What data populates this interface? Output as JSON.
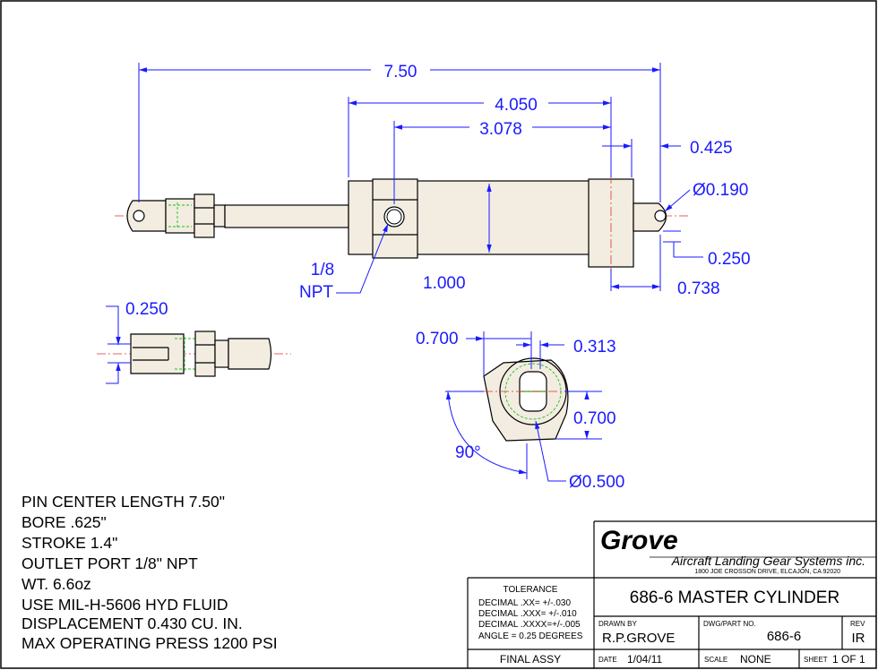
{
  "dimensions": {
    "d750": "7.50",
    "d4050": "4.050",
    "d3078": "3.078",
    "d0425": "0.425",
    "d0190": "Ø0.190",
    "d0250_right": "0.250",
    "d0738": "0.738",
    "d1000": "1.000",
    "npt_size": "1/8",
    "npt_label": "NPT",
    "d0250_left": "0.250",
    "d0700_top": "0.700",
    "d0313": "0.313",
    "d0700_right": "0.700",
    "angle90": "90°",
    "d0500": "Ø0.500"
  },
  "notes": [
    "PIN CENTER LENGTH 7.50\"",
    "BORE .625\"",
    "STROKE 1.4\"",
    "OUTLET PORT 1/8\" NPT",
    "WT. 6.6oz",
    "USE MIL-H-5606 HYD FLUID",
    "DISPLACEMENT 0.430 CU. IN.",
    "MAX OPERATING PRESS 1200 PSI"
  ],
  "title_block": {
    "logo": "Grove",
    "company": "Aircraft Landing Gear Systems inc.",
    "address": "1800 JOE CROSSON DRIVE, ELCAJON, CA 92020",
    "tolerance_title": "TOLERANCE",
    "tolerance_lines": [
      "DECIMAL  .XX=  +/-.030",
      "DECIMAL  .XXX= +/-.010",
      "DECIMAL  .XXXX=+/-.005",
      "ANGLE = 0.25 DEGREES"
    ],
    "final_assy": "FINAL ASSY",
    "title": "686-6 MASTER CYLINDER",
    "drawn_by_label": "DRAWN BY",
    "drawn_by": "R.P.GROVE",
    "dwg_label": "DWG/PART NO.",
    "dwg_no": "686-6",
    "rev_label": "REV",
    "rev": "IR",
    "date_label": "DATE",
    "date": "1/04/11",
    "scale_label": "SCALE",
    "scale": "NONE",
    "sheet_label": "SHEET",
    "sheet": "1 OF 1"
  }
}
